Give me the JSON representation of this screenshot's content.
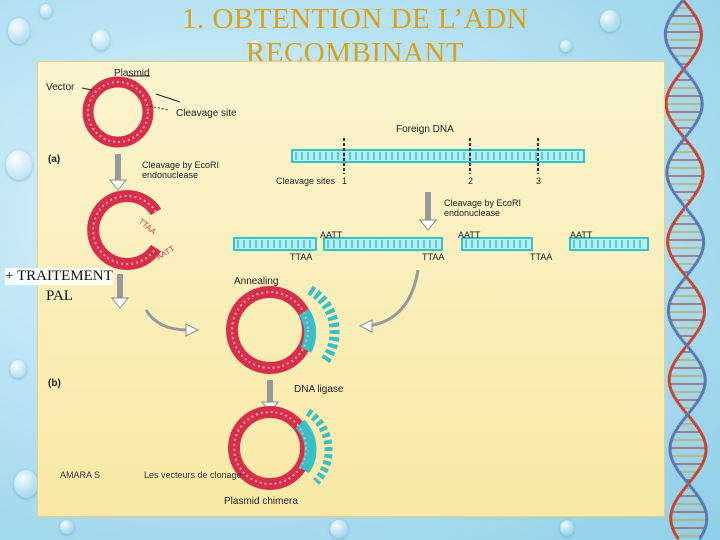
{
  "slide_title": "1. OBTENTION DE L’ADN RECOMBINANT",
  "title_lines": [
    "1. OBTENTION DE L’ADN",
    "RECOMBINANT"
  ],
  "left_note": [
    "+ TRAITEMENT",
    "PAL"
  ],
  "diagram": {
    "plasmid": "Plasmid",
    "vector": "Vector",
    "cleavage_site": "Cleavage site",
    "foreign_dna": "Foreign DNA",
    "part_a": "(a)",
    "part_b": "(b)",
    "cleavage_by_ecori_left": "Cleavage by EcoRI endonuclease",
    "cleavage_by_ecori_right": "Cleavage by EcoRI endonuclease",
    "cleavage_sites": "Cleavage sites",
    "site_numbers": [
      "1",
      "2",
      "3"
    ],
    "sticky_top": "AATT",
    "sticky_bottom": "TTAA",
    "annealing": "Annealing",
    "dna_ligase": "DNA ligase",
    "plasmid_chimera": "Plasmid chimera"
  },
  "footer": {
    "author": "AMARA S",
    "course": "Les vecteurs de clonage"
  },
  "colors": {
    "title": "#d8a21a",
    "vector_dna": "#d62f4a",
    "foreign_dna": "#36c1c7",
    "panel": "#fae9a6"
  }
}
